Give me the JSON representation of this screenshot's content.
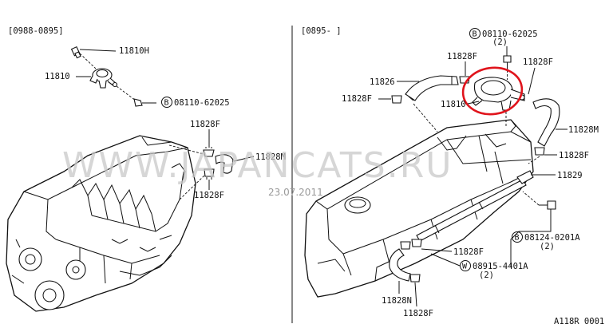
{
  "left_panel": {
    "range": "[0988-0895]",
    "labels": {
      "p11810h": "11810H",
      "p11810": "11810",
      "bolt": "08110-62025",
      "clamp_top": "11828F",
      "hose": "11828M",
      "clamp_bottom": "11828F"
    },
    "bolt_symbol": "B"
  },
  "right_panel": {
    "range": "[0895-     ]",
    "labels": {
      "bolt_top": "08110-62025",
      "bolt_top_qty": "(2)",
      "clamp_upper_left": "11828F",
      "clamp_upper_right": "11828F",
      "hose_11826": "11826",
      "clamp_left": "11828F",
      "p11810": "11810",
      "hose_right": "11828M",
      "clamp_right": "11828F",
      "pipe": "11829",
      "bolt_right": "08124-0201A",
      "bolt_right_qty": "(2)",
      "clamp_lower": "11828F",
      "washer": "08915-4401A",
      "washer_qty": "(2)",
      "hose_bottom": "11828N",
      "clamp_bottom": "11828F"
    },
    "bolt_symbol": "B",
    "washer_symbol": "W"
  },
  "watermark": "WWW.JAPANCATS.RU",
  "date": "23.07.2011",
  "figure_code": "A118R 0001",
  "colors": {
    "highlight": "#e0141c",
    "watermark": "#c9c9c9"
  }
}
